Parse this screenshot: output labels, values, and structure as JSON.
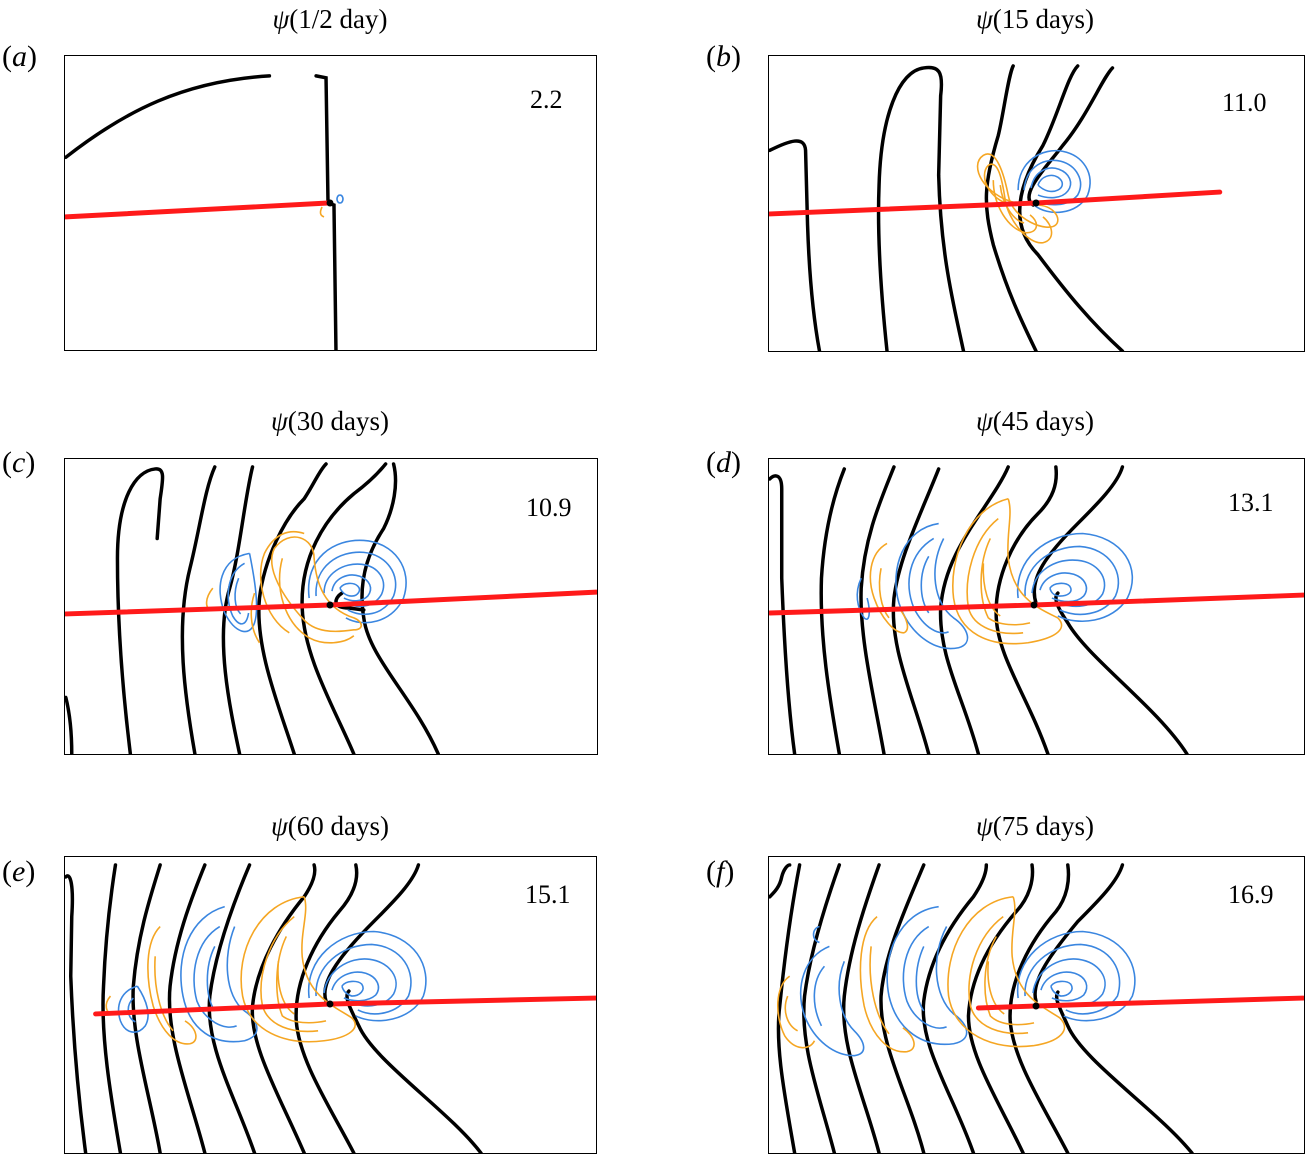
{
  "panels": [
    {
      "id": "a",
      "label": "a",
      "title_psi": "ψ",
      "title_rest": "(1/2 day)",
      "value": "2.2"
    },
    {
      "id": "b",
      "label": "b",
      "title_psi": "ψ",
      "title_rest": "(15 days)",
      "value": "11.0"
    },
    {
      "id": "c",
      "label": "c",
      "title_psi": "ψ",
      "title_rest": "(30 days)",
      "value": "10.9"
    },
    {
      "id": "d",
      "label": "d",
      "title_psi": "ψ",
      "title_rest": "(45 days)",
      "value": "13.1"
    },
    {
      "id": "e",
      "label": "e",
      "title_psi": "ψ",
      "title_rest": "(60 days)",
      "value": "15.1"
    },
    {
      "id": "f",
      "label": "f",
      "title_psi": "ψ",
      "title_rest": "(75 days)",
      "value": "16.9"
    }
  ],
  "colors": {
    "streamlines": "#000000",
    "positive_contours": "#3a86e0",
    "negative_contours": "#f5a623",
    "track": "#ff1a1a"
  }
}
